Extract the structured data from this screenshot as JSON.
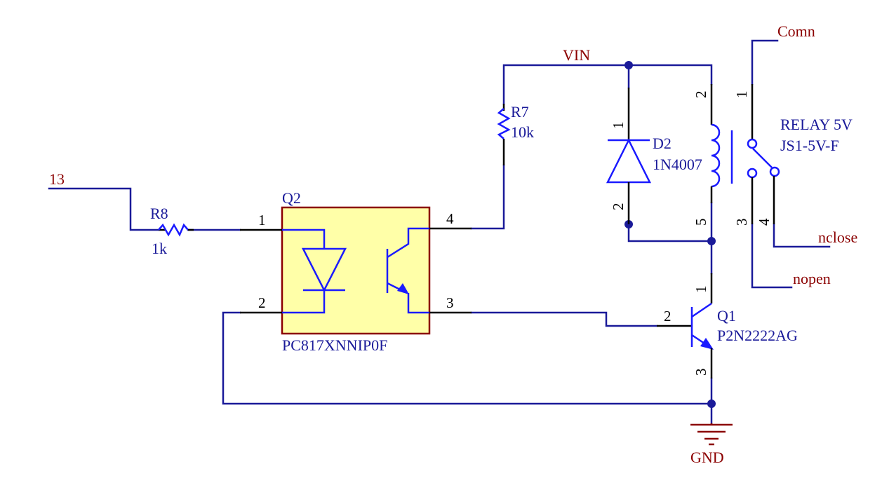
{
  "nets": {
    "input": "13",
    "vin": "VIN",
    "gnd": "GND",
    "comn": "Comn",
    "nclose": "nclose",
    "nopen": "nopen"
  },
  "components": {
    "r8": {
      "designator": "R8",
      "value": "1k"
    },
    "r7": {
      "designator": "R7",
      "value": "10k"
    },
    "q2": {
      "designator": "Q2",
      "part": "PC817XNNIP0F",
      "pins": [
        "1",
        "2",
        "3",
        "4"
      ]
    },
    "d2": {
      "designator": "D2",
      "part": "1N4007",
      "pins": [
        "1",
        "2"
      ]
    },
    "relay": {
      "designator": "RELAY 5V",
      "part": "JS1-5V-F",
      "pins": [
        "1",
        "2",
        "3",
        "4",
        "5"
      ]
    },
    "q1": {
      "designator": "Q1",
      "part": "P2N2222AG",
      "pins": [
        "1",
        "2",
        "3"
      ]
    }
  },
  "colors": {
    "wire": "#1a1a99",
    "component": "#1a1aff",
    "net_label": "#8b0000",
    "pin": "#000000",
    "optocoupler_fill": "#ffffa8"
  }
}
